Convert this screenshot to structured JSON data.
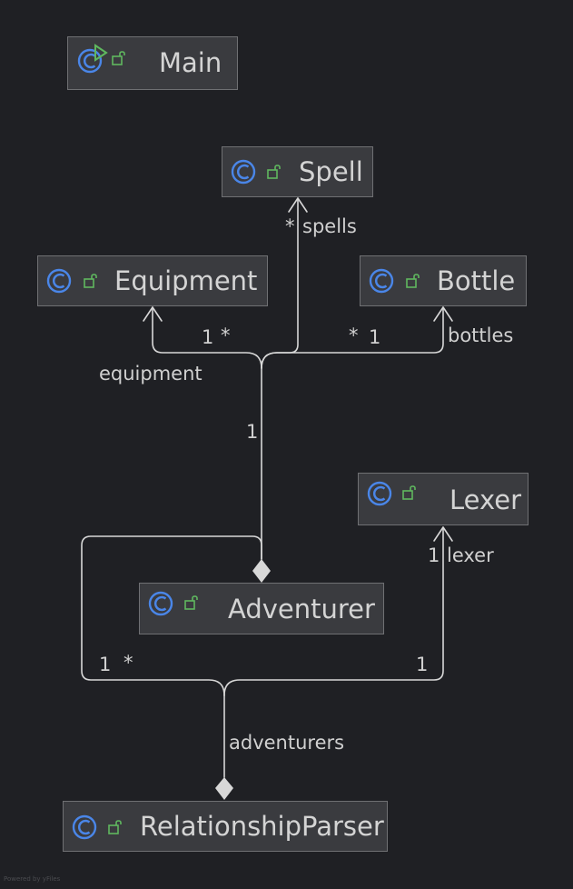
{
  "colors": {
    "background": "#1f2024",
    "node_fill": "#3a3b3f",
    "node_border": "#6f7073",
    "edge": "#d8d8d8",
    "class_icon": "#4a86e8",
    "run_marker": "#5fb85f",
    "lock": "#5fb85f",
    "text": "#d4d4d4"
  },
  "nodes": {
    "main": {
      "name": "Main",
      "icon": "class-runnable-icon"
    },
    "spell": {
      "name": "Spell",
      "icon": "class-icon"
    },
    "equipment": {
      "name": "Equipment",
      "icon": "class-icon"
    },
    "bottle": {
      "name": "Bottle",
      "icon": "class-icon"
    },
    "lexer": {
      "name": "Lexer",
      "icon": "class-icon"
    },
    "adventurer": {
      "name": "Adventurer",
      "icon": "class-icon"
    },
    "relationship_parser": {
      "name": "RelationshipParser",
      "icon": "class-icon"
    }
  },
  "edges": {
    "adventurer_spells": {
      "from": "Adventurer",
      "to": "Spell",
      "role": "spells",
      "source_mult": "1",
      "target_mult": "*",
      "kind": "composition"
    },
    "adventurer_equipment": {
      "from": "Adventurer",
      "to": "Equipment",
      "role": "equipment",
      "source_mult": "1",
      "target_mult": "*",
      "kind": "composition"
    },
    "adventurer_bottles": {
      "from": "Adventurer",
      "to": "Bottle",
      "role": "bottles",
      "source_mult": "1",
      "target_mult": "*",
      "kind": "composition"
    },
    "parser_adventurers": {
      "from": "RelationshipParser",
      "to": "Adventurer",
      "role": "adventurers",
      "source_mult": "1",
      "target_mult": "*",
      "kind": "composition"
    },
    "parser_lexer": {
      "from": "RelationshipParser",
      "to": "Lexer",
      "role": "lexer",
      "source_mult": "1",
      "target_mult": "1",
      "kind": "composition"
    }
  },
  "footer": {
    "text": "Powered by yFiles"
  }
}
